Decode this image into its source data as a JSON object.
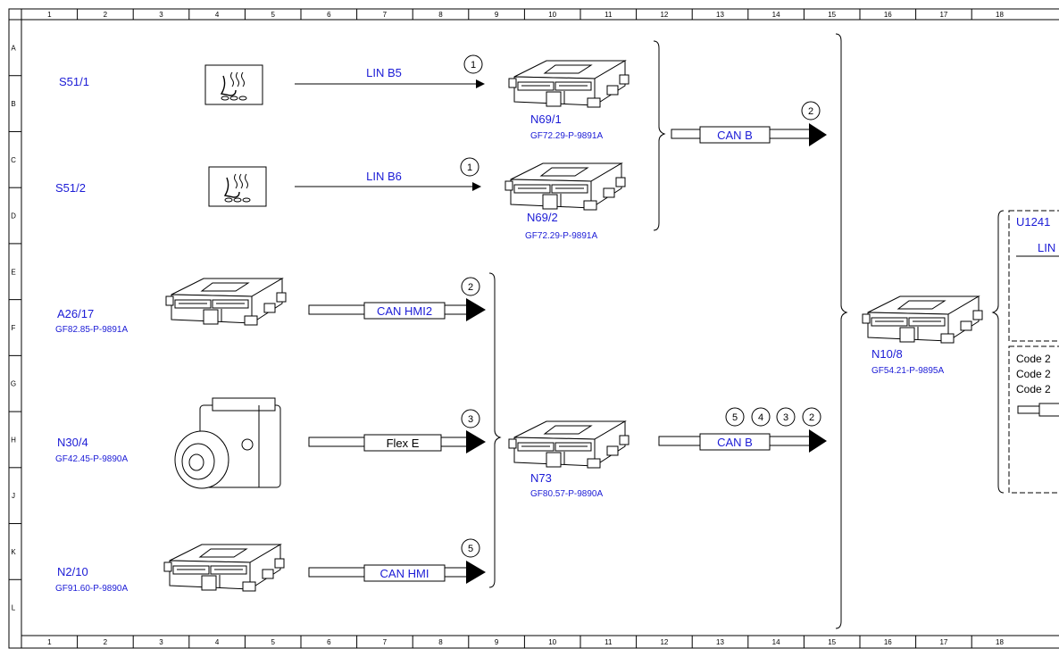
{
  "ruler": {
    "columns": [
      "1",
      "2",
      "3",
      "4",
      "5",
      "6",
      "7",
      "8",
      "9",
      "10",
      "11",
      "12",
      "13",
      "14",
      "15",
      "16",
      "17",
      "18"
    ],
    "rows": [
      "A",
      "B",
      "C",
      "D",
      "E",
      "F",
      "G",
      "H",
      "J",
      "K",
      "L"
    ]
  },
  "components": {
    "s51_1": {
      "id": "S51/1",
      "icon": "seat-heater-switch-icon"
    },
    "s51_2": {
      "id": "S51/2",
      "icon": "seat-heater-switch-icon"
    },
    "n69_1": {
      "id": "N69/1",
      "ref": "GF72.29-P-9891A",
      "icon": "control-unit-icon"
    },
    "n69_2": {
      "id": "N69/2",
      "ref": "GF72.29-P-9891A",
      "icon": "control-unit-icon"
    },
    "a26_17": {
      "id": "A26/17",
      "ref": "GF82.85-P-9891A",
      "icon": "control-unit-icon"
    },
    "n30_4": {
      "id": "N30/4",
      "ref": "GF42.45-P-9890A",
      "icon": "abs-esp-unit-icon"
    },
    "n2_10": {
      "id": "N2/10",
      "ref": "GF91.60-P-9890A",
      "icon": "control-unit-icon"
    },
    "n73": {
      "id": "N73",
      "ref": "GF80.57-P-9890A",
      "icon": "control-unit-icon"
    },
    "n10_8": {
      "id": "N10/8",
      "ref": "GF54.21-P-9895A",
      "icon": "control-unit-icon"
    }
  },
  "links": {
    "lin_b5": {
      "label": "LIN B5",
      "markers": [
        "1"
      ]
    },
    "lin_b6": {
      "label": "LIN B6",
      "markers": [
        "1"
      ]
    },
    "can_b_upper": {
      "label": "CAN B",
      "markers": [
        "2"
      ]
    },
    "can_hmi2": {
      "label": "CAN HMI2",
      "markers": [
        "2"
      ]
    },
    "flex_e": {
      "label": "Flex E",
      "markers": [
        "3"
      ]
    },
    "can_hmi": {
      "label": "CAN HMI",
      "markers": [
        "5"
      ]
    },
    "can_b_lower": {
      "label": "CAN B",
      "markers": [
        "5",
        "4",
        "3",
        "2"
      ]
    }
  },
  "panel": {
    "title": "U1241",
    "line_label": "LIN",
    "codes": [
      "Code 2",
      "Code 2",
      "Code 2"
    ]
  },
  "colors": {
    "label_blue": "#1b1bd6",
    "line_black": "#000000"
  }
}
